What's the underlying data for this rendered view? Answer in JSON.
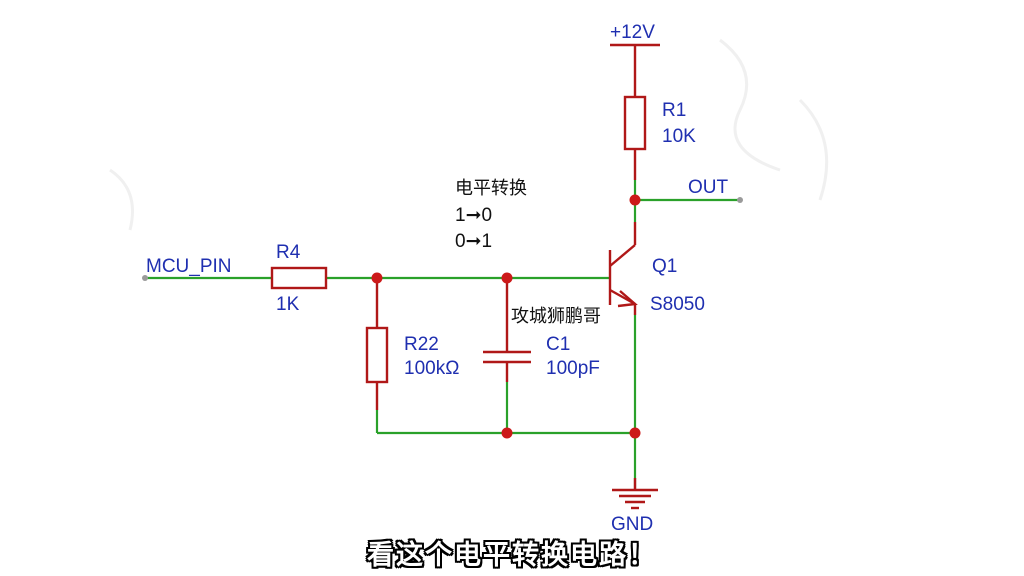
{
  "schematic": {
    "supply": "+12V",
    "ground": "GND",
    "input_net": "MCU_PIN",
    "output_net": "OUT",
    "title_note": "电平转换",
    "transitions": [
      "1➞0",
      "0➞1"
    ],
    "watermark": "攻城狮鹏哥",
    "components": {
      "r1": {
        "ref": "R1",
        "value": "10K"
      },
      "r4": {
        "ref": "R4",
        "value": "1K"
      },
      "r22": {
        "ref": "R22",
        "value": "100kΩ"
      },
      "c1": {
        "ref": "C1",
        "value": "100pF"
      },
      "q1": {
        "ref": "Q1",
        "value": "S8050"
      }
    }
  },
  "subtitle": "看这个电平转换电路！"
}
